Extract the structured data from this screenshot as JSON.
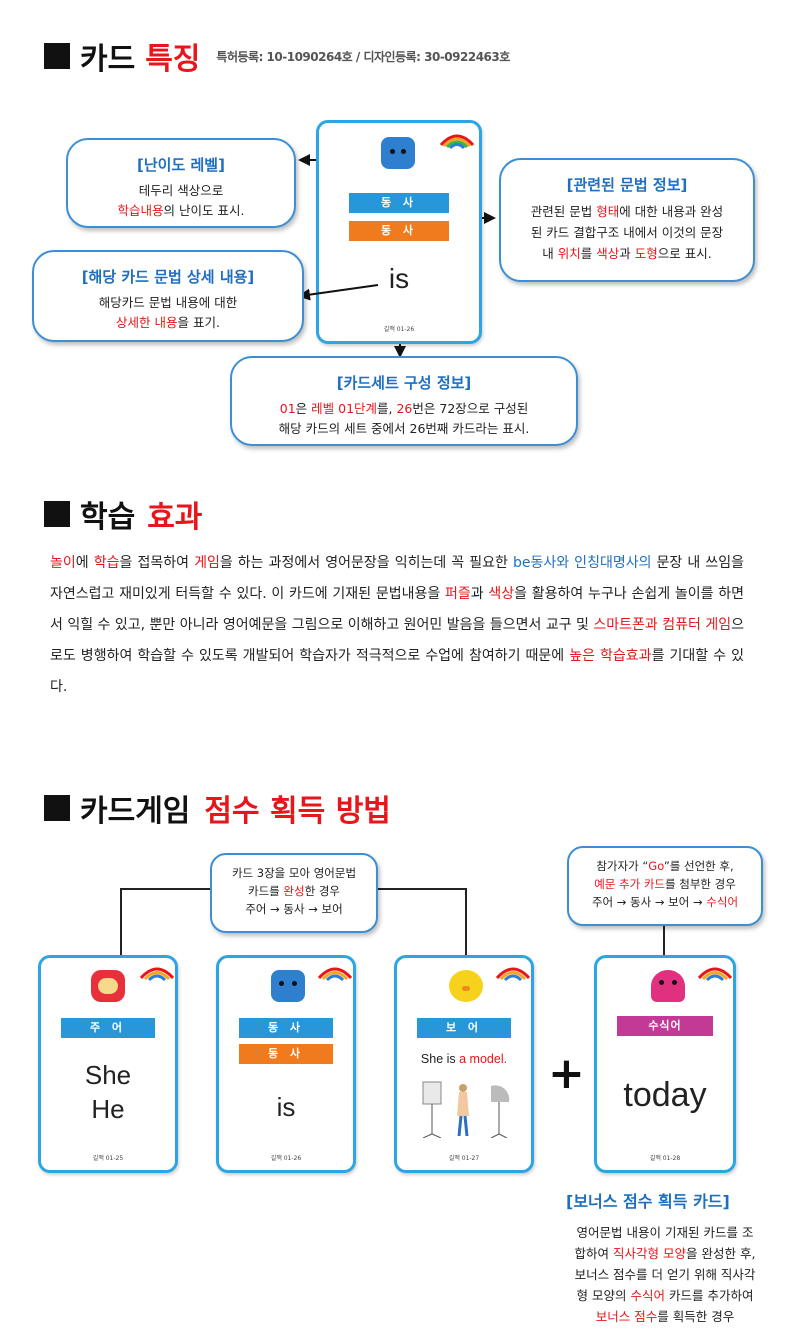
{
  "section1": {
    "title_black": "카드",
    "title_red": "특징",
    "patent": "특허등록: 10-1090264호 / 디자인등록: 30-0922463호"
  },
  "feature_card": {
    "ribbon1": "동 사",
    "ribbon2": "동 사",
    "word": "is",
    "number": "길맥 01-26"
  },
  "callouts": {
    "difficulty": {
      "title": "[난이도 레벨]",
      "line1": "테두리 색상으로",
      "line2_red": "학습내용",
      "line2_rest": "의 난이도 표시."
    },
    "grammar": {
      "title": "[관련된 문법 정보]",
      "line1_a": "관련된 문법 ",
      "line1_red": "형태",
      "line1_b": "에 대한 내용과 완성",
      "line2": "된 카드 결합구조  내에서 이것의 문장",
      "line3_a": "내 ",
      "line3_red1": "위치",
      "line3_b": "를 ",
      "line3_red2": "색상",
      "line3_c": "과 ",
      "line3_red3": "도형",
      "line3_d": "으로 표시."
    },
    "detail": {
      "title": "[해당 카드 문법 상세 내용]",
      "line1": "해당카드 문법 내용에 대한",
      "line2_red": "상세한 내용",
      "line2_rest": "을 표기."
    },
    "set": {
      "title": "[카드세트 구성  정보]",
      "a_red": "01",
      "a": "은 ",
      "b_red": "레벨 01단계",
      "b": "를, ",
      "c_red": "26",
      "c": "번은 72장으로 구성된",
      "line2": "해당 카드의 세트  중에서  26번째 카드라는 표시."
    }
  },
  "section2": {
    "title_black": "학습",
    "title_red": "효과",
    "body": [
      {
        "t": "놀이",
        "c": "red"
      },
      {
        "t": "에 ",
        "c": ""
      },
      {
        "t": "학습",
        "c": "red"
      },
      {
        "t": "을 접목하여 ",
        "c": ""
      },
      {
        "t": "게임",
        "c": "red"
      },
      {
        "t": "을 하는 과정에서 영어문장을 익히는데 꼭 필요한 ",
        "c": ""
      },
      {
        "t": "be동사와 인칭대명사의",
        "c": "blue"
      },
      {
        "t": " 문장 내 쓰임을 자연스럽고 재미있게 터득할 수 있다. 이 카드에 기재된 문법내용을 ",
        "c": ""
      },
      {
        "t": "퍼즐",
        "c": "red"
      },
      {
        "t": "과 ",
        "c": ""
      },
      {
        "t": "색상",
        "c": "red"
      },
      {
        "t": "을 활용하여 누구나 손쉽게 놀이를 하면서 익힐 수 있고, 뿐만 아니라 영어예문을 그림으로 이해하고 원어민 발음을 들으면서 교구 및 ",
        "c": ""
      },
      {
        "t": "스마트폰과 컴퓨터 게임",
        "c": "red"
      },
      {
        "t": "으로도 병행하여 학습할 수 있도록 개발되어 학습자가 적극적으로 수업에 참여하기 때문에 ",
        "c": ""
      },
      {
        "t": "높은 학습효과",
        "c": "red"
      },
      {
        "t": "를 기대할 수 있다.",
        "c": ""
      }
    ]
  },
  "section3": {
    "title_black": "카드게임",
    "title_red": "점수 획득 방법",
    "bubble_left": {
      "line1": "카드 3장을 모아  영어문법",
      "line2_a": "카드를 ",
      "line2_red": "완성",
      "line2_b": "한 경우",
      "line3": "주어 → 동사 → 보어"
    },
    "bubble_right": {
      "line1_a": "참가자가 “",
      "line1_red": "Go",
      "line1_b": "”를 선언한 후,",
      "line2_red": "예문 추가 카드",
      "line2_b": "를 첨부한 경우",
      "line3_a": "주어 → 동사 → 보어 → ",
      "line3_red": "수식어"
    },
    "cards": [
      {
        "ribbon": "주 어",
        "words": [
          "She",
          "He"
        ],
        "number": "길맥 01-25"
      },
      {
        "ribbon1": "동 사",
        "ribbon2": "동 사",
        "word": "is",
        "number": "길맥 01-26"
      },
      {
        "ribbon": "보 어",
        "sentence_a": "She is ",
        "sentence_red": "a model.",
        "number": "길맥 01-27"
      },
      {
        "ribbon": "수식어",
        "word": "today",
        "number": "길맥 01-28"
      }
    ],
    "plus": "+",
    "bonus_title": "[보너스 점수 획득 카드]",
    "bonus": {
      "l1": "영어문법 내용이 기재된 카드를  조",
      "l2_a": "합하여 ",
      "l2_red": "직사각형 모양",
      "l2_b": "을 완성한 후,",
      "l3": "보너스 점수를 더 얻기 위해  직사각",
      "l4_a": "형 모양의 ",
      "l4_red": "수식어",
      "l4_b": " 카드를 추가하여",
      "l5_red": "보너스 점수",
      "l5_b": "를 획득한 경우"
    }
  },
  "colors": {
    "accent_red": "#e8151b",
    "accent_blue": "#1f6fc1",
    "card_border": "#2ba6e3"
  }
}
